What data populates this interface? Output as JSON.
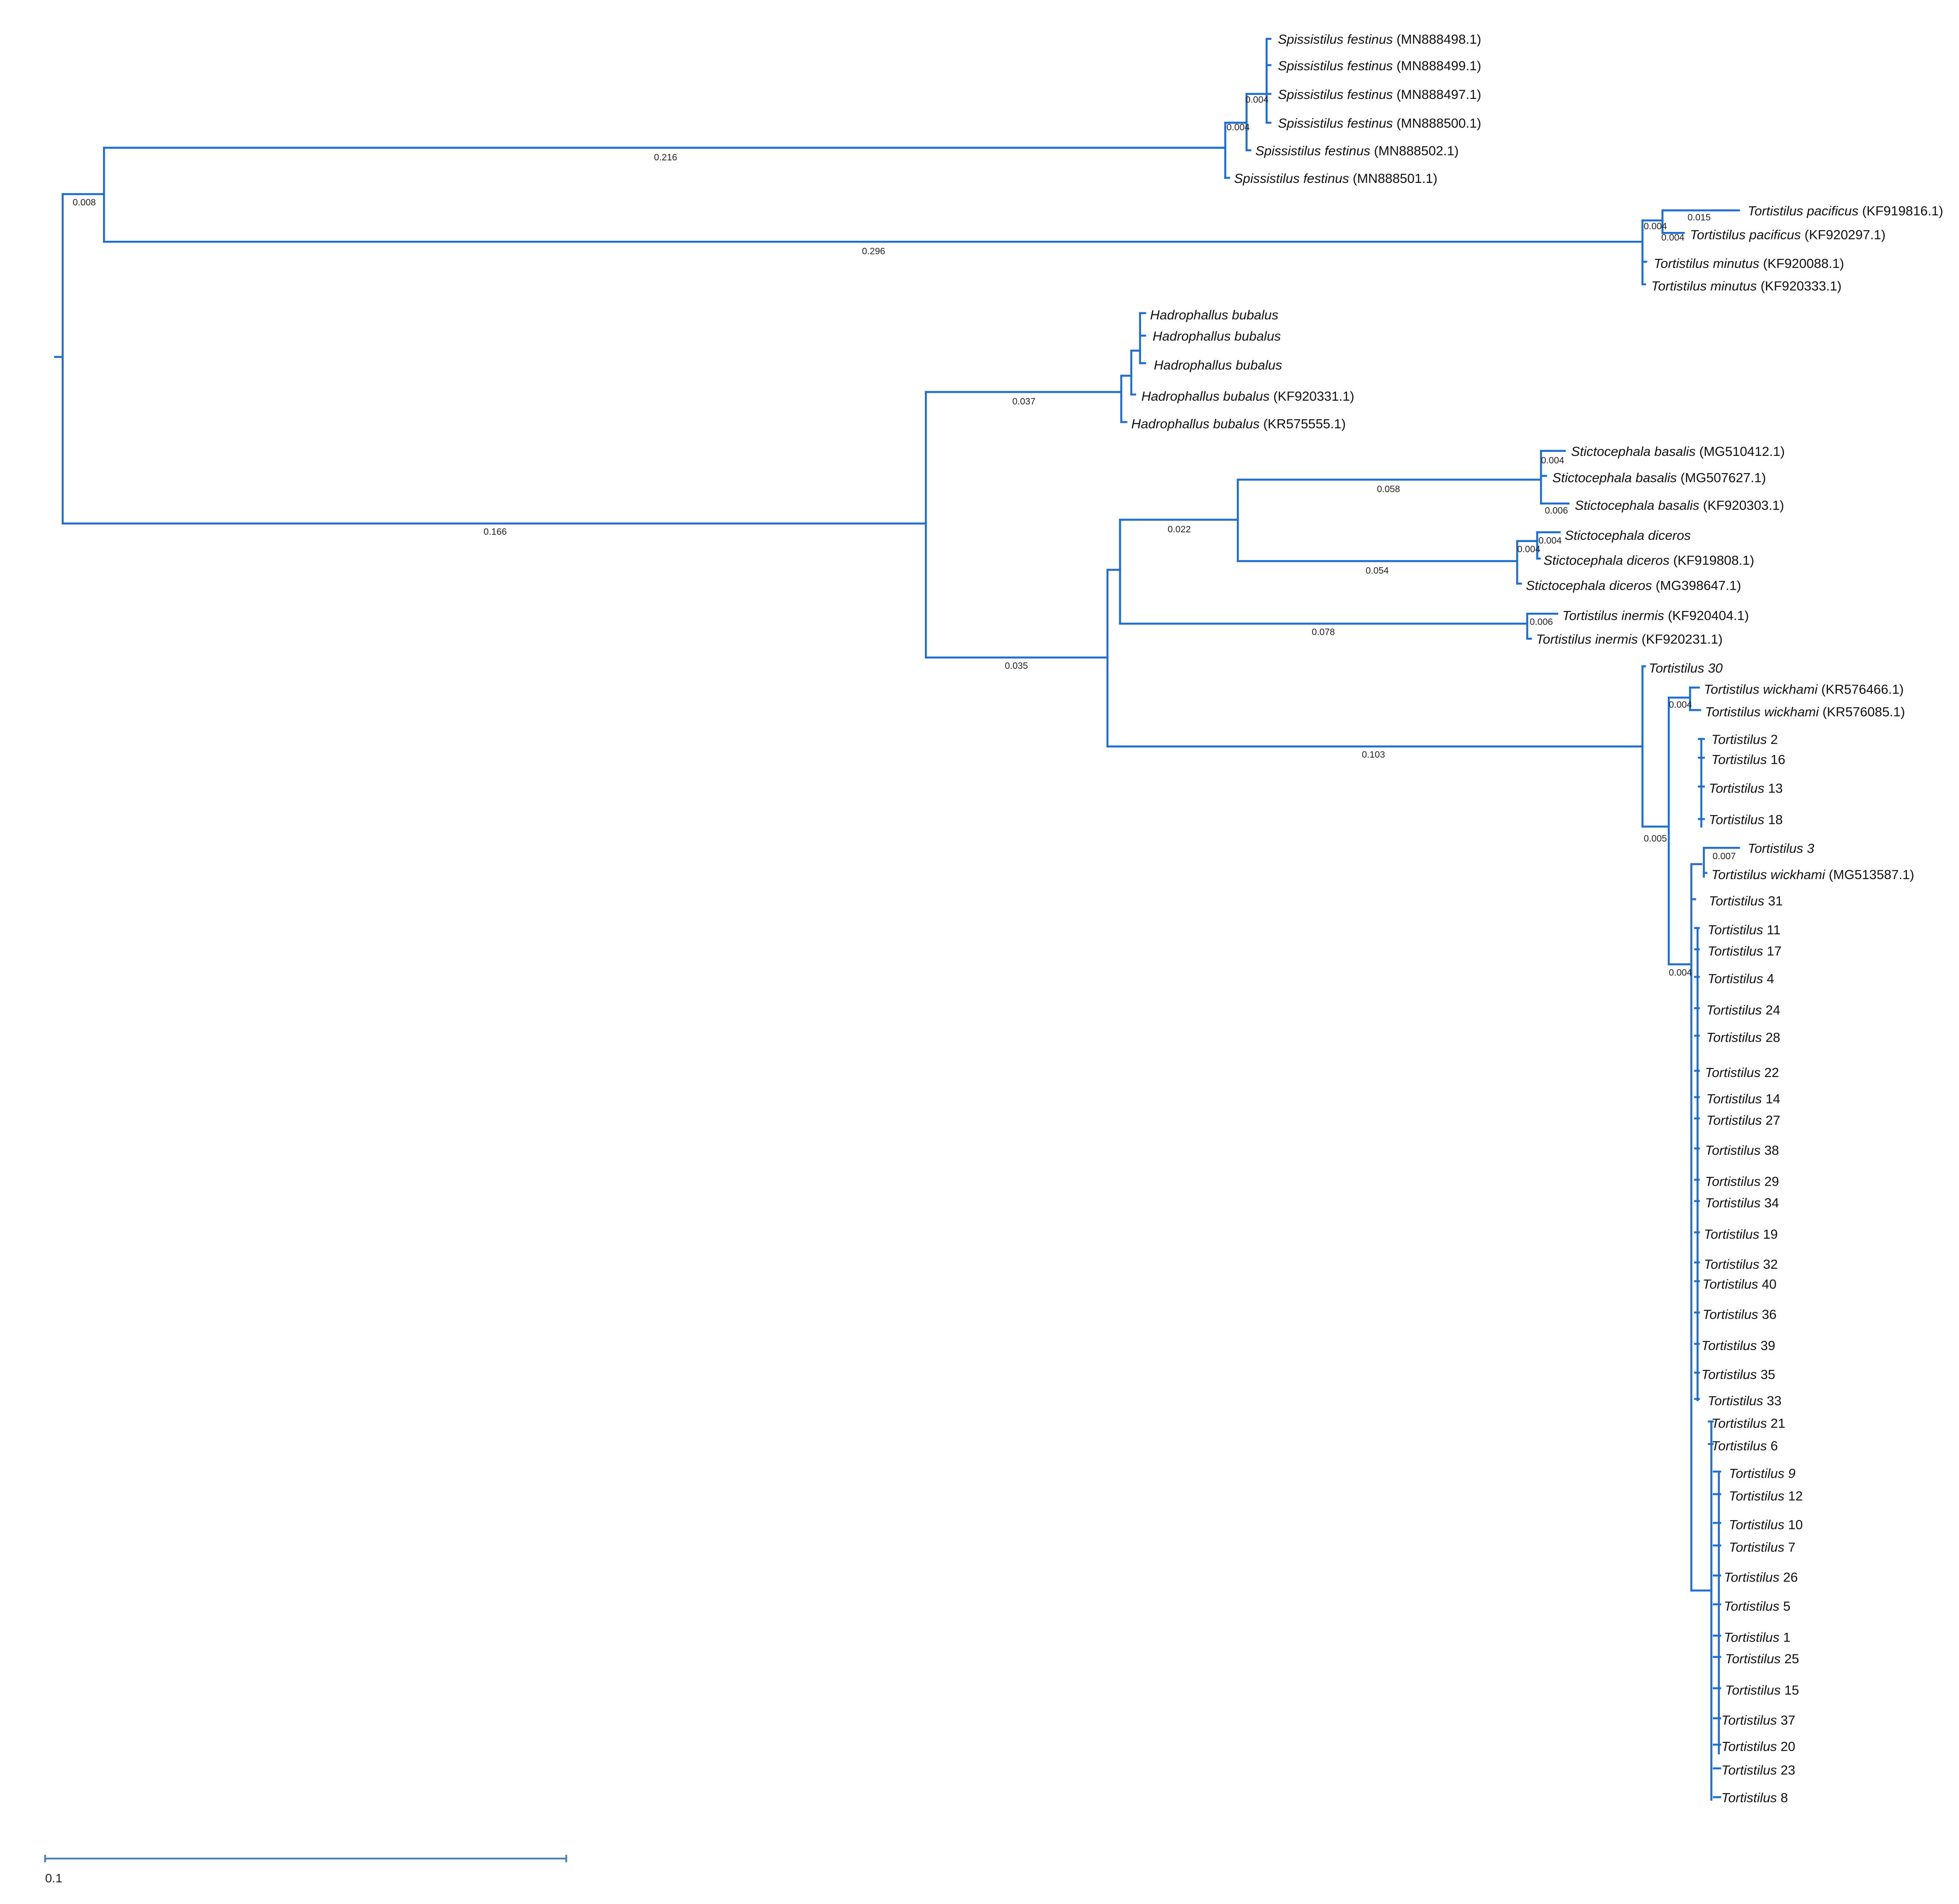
{
  "tips": [
    {
      "id": "sf498",
      "species": "Spissistilus festinus",
      "acc": "(MN888498.1)"
    },
    {
      "id": "sf499",
      "species": "Spissistilus festinus",
      "acc": "(MN888499.1)"
    },
    {
      "id": "sf497",
      "species": "Spissistilus festinus",
      "acc": "(MN888497.1)"
    },
    {
      "id": "sf500",
      "species": "Spissistilus festinus",
      "acc": "(MN888500.1)"
    },
    {
      "id": "sf502",
      "species": "Spissistilus festinus",
      "acc": "(MN888502.1)"
    },
    {
      "id": "sf501",
      "species": "Spissistilus festinus",
      "acc": "(MN888501.1)"
    },
    {
      "id": "tp816",
      "species": "Tortistilus pacificus",
      "acc": "(KF919816.1)"
    },
    {
      "id": "tp297",
      "species": "Tortistilus pacificus",
      "acc": "(KF920297.1)"
    },
    {
      "id": "tm088",
      "species": "Tortistilus minutus",
      "acc": "(KF920088.1)"
    },
    {
      "id": "tm333",
      "species": "Tortistilus minutus",
      "acc": "(KF920333.1)"
    },
    {
      "id": "hb1",
      "species": "Hadrophallus bubalus",
      "acc": ""
    },
    {
      "id": "hb2",
      "species": "Hadrophallus bubalus",
      "acc": ""
    },
    {
      "id": "hb3",
      "species": "Hadrophallus bubalus",
      "acc": ""
    },
    {
      "id": "hb331",
      "species": "Hadrophallus bubalus",
      "acc": "(KF920331.1)"
    },
    {
      "id": "hb555",
      "species": "Hadrophallus bubalus",
      "acc": "(KR575555.1)"
    },
    {
      "id": "sb412",
      "species": "Stictocephala basalis",
      "acc": "(MG510412.1)"
    },
    {
      "id": "sb627",
      "species": "Stictocephala basalis",
      "acc": "(MG507627.1)"
    },
    {
      "id": "sb303",
      "species": "Stictocephala basalis",
      "acc": "(KF920303.1)"
    },
    {
      "id": "sd1",
      "species": "Stictocephala diceros",
      "acc": ""
    },
    {
      "id": "sd808",
      "species": "Stictocephala diceros",
      "acc": "(KF919808.1)"
    },
    {
      "id": "sd647",
      "species": "Stictocephala diceros",
      "acc": "(MG398647.1)"
    },
    {
      "id": "ti404",
      "species": "Tortistilus inermis",
      "acc": "(KF920404.1)"
    },
    {
      "id": "ti231",
      "species": "Tortistilus inermis",
      "acc": "(KF920231.1)"
    },
    {
      "id": "t30",
      "species": "Tortistilus 30",
      "acc": ""
    },
    {
      "id": "tw466",
      "species": "Tortistilus wickhami",
      "acc": "(KR576466.1)"
    },
    {
      "id": "tw085",
      "species": "Tortistilus wickhami",
      "acc": "(KR576085.1)"
    },
    {
      "id": "t2",
      "species": "Tortistilus",
      "acc": "2"
    },
    {
      "id": "t16",
      "species": "Tortistilus",
      "acc": "16"
    },
    {
      "id": "t13",
      "species": "Tortistilus",
      "acc": "13"
    },
    {
      "id": "t18",
      "species": "Tortistilus",
      "acc": "18"
    },
    {
      "id": "t3",
      "species": "Tortistilus 3",
      "acc": ""
    },
    {
      "id": "tw587",
      "species": "Tortistilus wickhami",
      "acc": "(MG513587.1)"
    },
    {
      "id": "t31",
      "species": "Tortistilus",
      "acc": "31"
    },
    {
      "id": "t11",
      "species": "Tortistilus",
      "acc": "11"
    },
    {
      "id": "t17",
      "species": "Tortistilus",
      "acc": "17"
    },
    {
      "id": "t4",
      "species": "Tortistilus",
      "acc": "4"
    },
    {
      "id": "t24",
      "species": "Tortistilus",
      "acc": "24"
    },
    {
      "id": "t28",
      "species": "Tortistilus",
      "acc": "28"
    },
    {
      "id": "t22",
      "species": "Tortistilus",
      "acc": "22"
    },
    {
      "id": "t14",
      "species": "Tortistilus",
      "acc": "14"
    },
    {
      "id": "t27",
      "species": "Tortistilus",
      "acc": "27"
    },
    {
      "id": "t38",
      "species": "Tortistilus",
      "acc": "38"
    },
    {
      "id": "t29",
      "species": "Tortistilus",
      "acc": "29"
    },
    {
      "id": "t34",
      "species": "Tortistilus",
      "acc": "34"
    },
    {
      "id": "t19",
      "species": "Tortistilus",
      "acc": "19"
    },
    {
      "id": "t32",
      "species": "Tortistilus",
      "acc": "32"
    },
    {
      "id": "t40",
      "species": "Tortistilus",
      "acc": "40"
    },
    {
      "id": "t36",
      "species": "Tortistilus",
      "acc": "36"
    },
    {
      "id": "t39",
      "species": "Tortistilus",
      "acc": "39"
    },
    {
      "id": "t35",
      "species": "Tortistilus",
      "acc": "35"
    },
    {
      "id": "t33",
      "species": "Tortistilus",
      "acc": "33"
    },
    {
      "id": "t21",
      "species": "Tortistilus",
      "acc": "21"
    },
    {
      "id": "t6",
      "species": "Tortistilus",
      "acc": "6"
    },
    {
      "id": "t9",
      "species": "Tortistilus 9",
      "acc": ""
    },
    {
      "id": "t12",
      "species": "Tortistilus",
      "acc": "12"
    },
    {
      "id": "t10",
      "species": "Tortistilus",
      "acc": "10"
    },
    {
      "id": "t7",
      "species": "Tortistilus",
      "acc": "7"
    },
    {
      "id": "t26",
      "species": "Tortistilus",
      "acc": "26"
    },
    {
      "id": "t5",
      "species": "Tortistilus",
      "acc": "5"
    },
    {
      "id": "t1",
      "species": "Tortistilus",
      "acc": "1"
    },
    {
      "id": "t25",
      "species": "Tortistilus",
      "acc": "25"
    },
    {
      "id": "t15",
      "species": "Tortistilus",
      "acc": "15"
    },
    {
      "id": "t37",
      "species": "Tortistilus",
      "acc": "37"
    },
    {
      "id": "t20",
      "species": "Tortistilus",
      "acc": "20"
    },
    {
      "id": "t23",
      "species": "Tortistilus",
      "acc": "23"
    },
    {
      "id": "t8",
      "species": "Tortistilus",
      "acc": "8"
    }
  ],
  "branch_lengths": [
    {
      "id": "bl-root-top",
      "value": "0.008"
    },
    {
      "id": "bl-spissistilus",
      "value": "0.216"
    },
    {
      "id": "bl-spiss-inner-1",
      "value": "0.004"
    },
    {
      "id": "bl-spiss-inner-2",
      "value": "0.004"
    },
    {
      "id": "bl-tort-pac-min",
      "value": "0.296"
    },
    {
      "id": "bl-tp816",
      "value": "0.015"
    },
    {
      "id": "bl-tp-inner-1",
      "value": "0.004"
    },
    {
      "id": "bl-tp-inner-2",
      "value": "0.004"
    },
    {
      "id": "bl-bottom-clade",
      "value": "0.166"
    },
    {
      "id": "bl-hadrophallus",
      "value": "0.037"
    },
    {
      "id": "bl-stem-lower",
      "value": "0.035"
    },
    {
      "id": "bl-stictocephala",
      "value": "0.022"
    },
    {
      "id": "bl-basalis",
      "value": "0.058"
    },
    {
      "id": "bl-basalis-inner",
      "value": "0.004"
    },
    {
      "id": "bl-sb303",
      "value": "0.006"
    },
    {
      "id": "bl-diceros",
      "value": "0.054"
    },
    {
      "id": "bl-diceros-inner-1",
      "value": "0.004"
    },
    {
      "id": "bl-diceros-inner-2",
      "value": "0.004"
    },
    {
      "id": "bl-inermis",
      "value": "0.078"
    },
    {
      "id": "bl-inermis-inner",
      "value": "0.006"
    },
    {
      "id": "bl-tortistilus-big",
      "value": "0.103"
    },
    {
      "id": "bl-wickhami-inner",
      "value": "0.004"
    },
    {
      "id": "bl-tort-core",
      "value": "0.005"
    },
    {
      "id": "bl-t3",
      "value": "0.007"
    },
    {
      "id": "bl-tort-mid",
      "value": "0.004"
    }
  ],
  "scale_bar": {
    "label": "0.1"
  }
}
